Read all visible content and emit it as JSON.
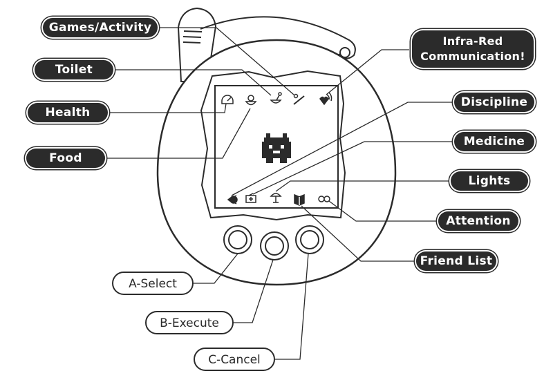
{
  "labels": {
    "games_activity": "Games/Activity",
    "toilet": "Toilet",
    "health": "Health",
    "food": "Food",
    "infra_red_line1": "Infra-Red",
    "infra_red_line2": "Communication!",
    "discipline": "Discipline",
    "medicine": "Medicine",
    "lights": "Lights",
    "attention": "Attention",
    "friend_list": "Friend List"
  },
  "buttons": {
    "a": "A-Select",
    "b": "B-Execute",
    "c": "C-Cancel"
  },
  "colors": {
    "outline": "#2b2b2b",
    "label_bg": "#2b2b2b",
    "label_text": "#ffffff"
  }
}
